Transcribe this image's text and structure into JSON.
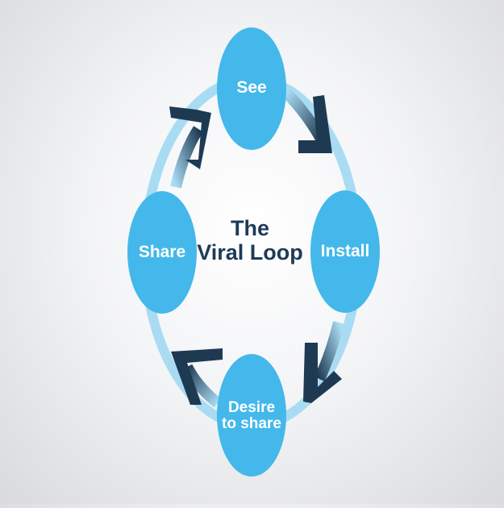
{
  "diagram": {
    "title_line1": "The",
    "title_line2": "Viral Loop",
    "nodes": [
      {
        "id": "see",
        "label": "See"
      },
      {
        "id": "install",
        "label": "Install"
      },
      {
        "id": "desire",
        "label_line1": "Desire",
        "label_line2": "to share"
      },
      {
        "id": "share",
        "label": "Share"
      }
    ],
    "colors": {
      "node_fill": "#44b8ea",
      "ring": "#a9dcf3",
      "arrow_dark": "#1e3a53",
      "title": "#1f3a56"
    },
    "arrows": [
      "see-to-install",
      "install-to-desire",
      "desire-to-share",
      "share-to-see"
    ]
  }
}
